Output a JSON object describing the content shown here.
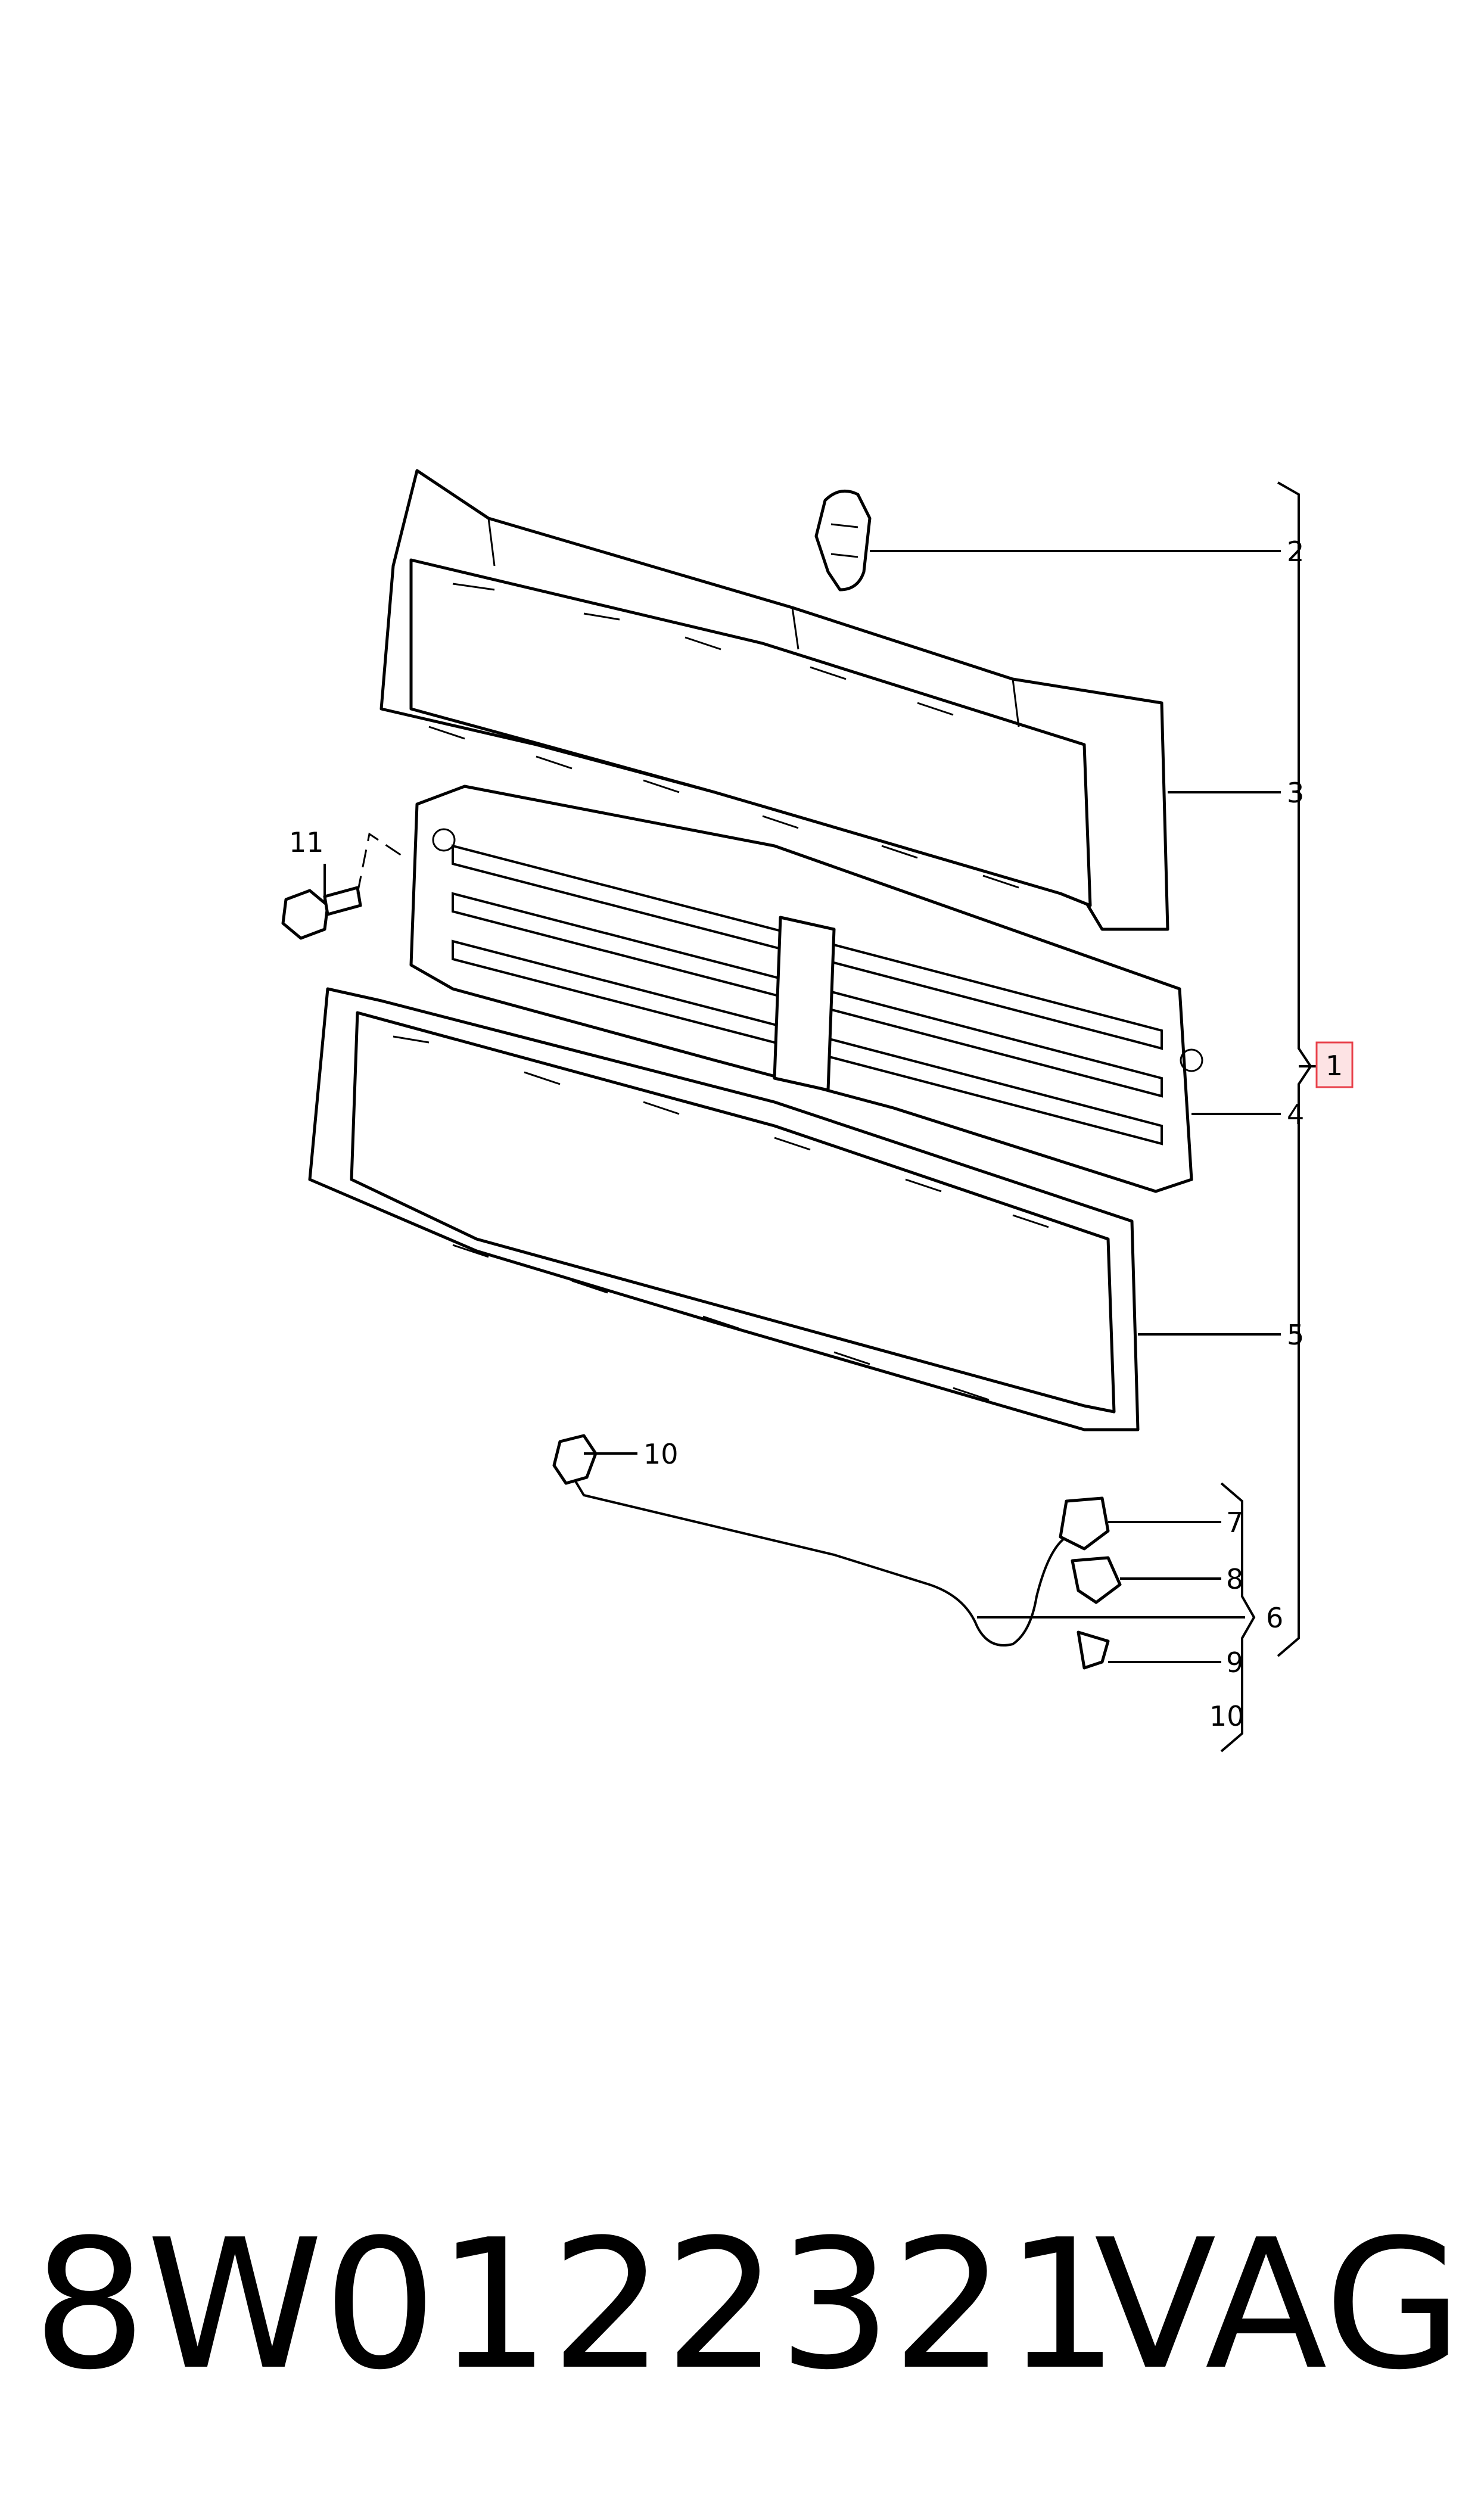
{
  "callouts": {
    "c1": "1",
    "c2": "2",
    "c3": "3",
    "c4": "4",
    "c5": "5",
    "c6": "6",
    "c7": "7",
    "c8": "8",
    "c9": "9",
    "c10a": "10",
    "c10b": "10",
    "c11": "11"
  },
  "footer": {
    "part_number": "8W0122321",
    "brand": "VAG"
  },
  "colors": {
    "highlight_box": "#e8404a",
    "highlight_fill": "#fde3e4"
  }
}
